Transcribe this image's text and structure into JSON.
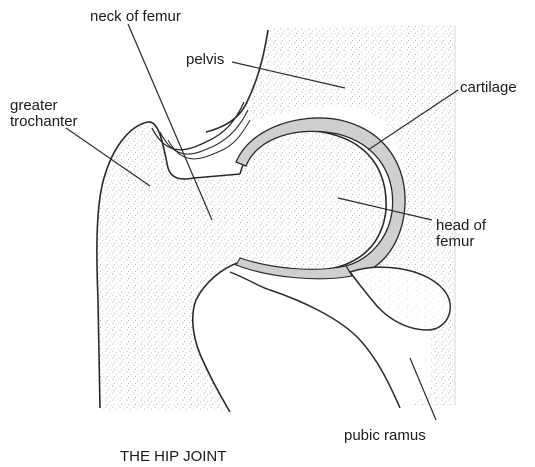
{
  "title": "THE HIP JOINT",
  "labels": {
    "neck_of_femur": "neck of femur",
    "pelvis": "pelvis",
    "greater_trochanter": [
      "greater",
      "trochanter"
    ],
    "cartilage": "cartilage",
    "head_of_femur": [
      "head of",
      "femur"
    ],
    "pubic_ramus": "pubic ramus"
  },
  "colors": {
    "line": "#2a2a2a",
    "stipple": "#9a9a9a",
    "cartilage_fill": "#c9c9c9",
    "background": "#ffffff"
  }
}
